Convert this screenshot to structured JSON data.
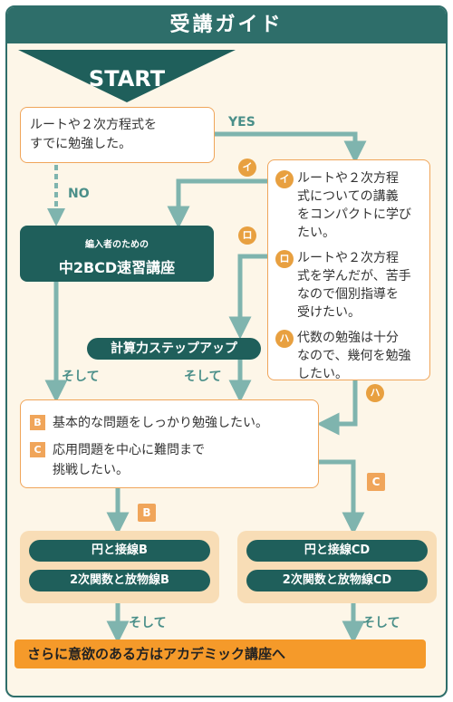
{
  "title": "受講ガイド",
  "start": "START",
  "question": [
    "ルートや２次方程式を",
    "すでに勉強した。"
  ],
  "yes": "YES",
  "no": "NO",
  "options": [
    {
      "mark": "イ",
      "lines": [
        "ルートや２次方程",
        "式についての講義",
        "をコンパクトに学び",
        "たい。"
      ]
    },
    {
      "mark": "ロ",
      "lines": [
        "ルートや２次方程",
        "式を学んだが、苦手",
        "なので個別指導を",
        "受けたい。"
      ]
    },
    {
      "mark": "ハ",
      "lines": [
        "代数の勉強は十分",
        "なので、幾何を勉強",
        "したい。"
      ]
    }
  ],
  "branch_marks": {
    "i": "イ",
    "ro": "ロ",
    "ha": "ハ",
    "b": "B",
    "c": "C"
  },
  "intro_course": {
    "sub": "編入者のための",
    "main": "中2BCD速習講座"
  },
  "calc_course": "計算力ステップアップ",
  "soshite": "そして",
  "level": {
    "b": {
      "mark": "B",
      "text": "基本的な問題をしっかり勉強したい。"
    },
    "c": {
      "mark": "C",
      "lines": [
        "応用問題を中心に難問まで",
        "挑戦したい。"
      ]
    }
  },
  "course_b": [
    "円と接線B",
    "2次関数と放物線B"
  ],
  "course_c": [
    "円と接線CD",
    "2次関数と放物線CD"
  ],
  "final": "さらに意欲のある方はアカデミック講座へ",
  "colors": {
    "teal": "#1f5f5b",
    "line": "#7fb4ae",
    "orange": "#f59a2a",
    "cream": "#fdf6e8"
  }
}
